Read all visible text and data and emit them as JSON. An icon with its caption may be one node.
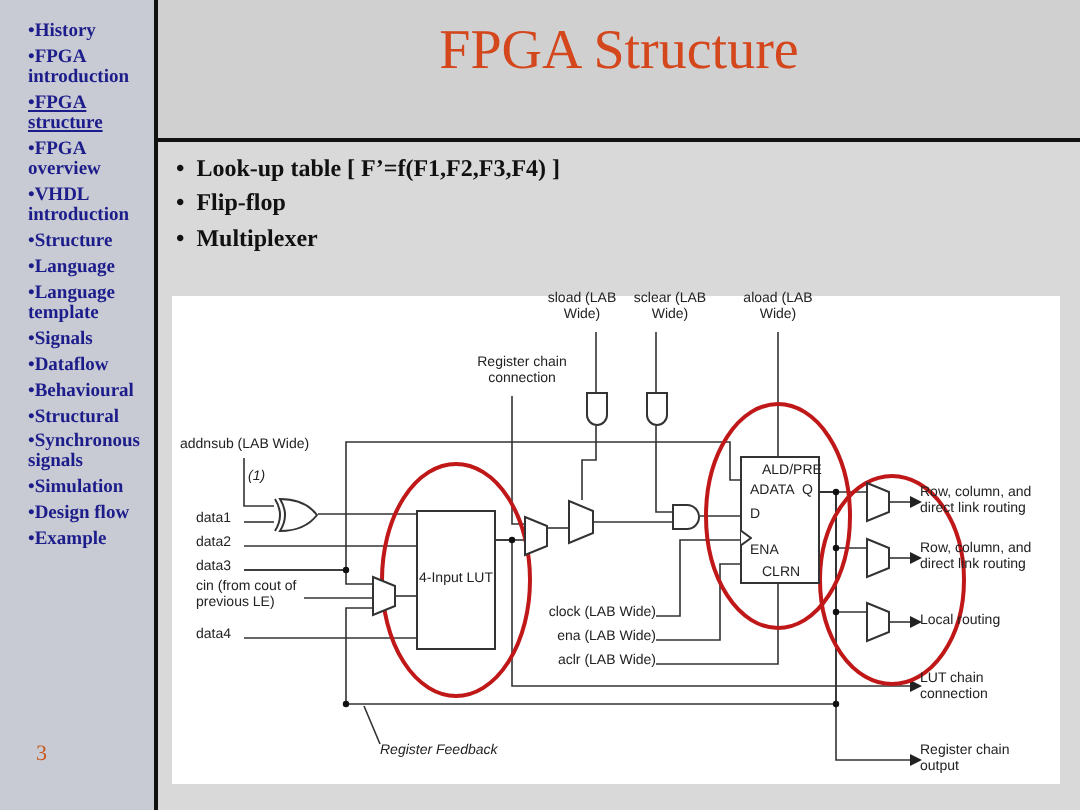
{
  "diagram": {
    "title": "FPGA Structure",
    "nodes": [
      {
        "text": [
          "sload (LAB Wide)"
        ]
      },
      {
        "text": [
          "sclear (LAB Wide)"
        ]
      },
      {
        "text": [
          "aload (LAB Wide)"
        ]
      },
      {
        "text": [
          "Register chain connection"
        ]
      },
      {
        "text": [
          "addnsub (LAB Wide)"
        ]
      },
      {
        "text": [
          "data1"
        ]
      },
      {
        "text": [
          "data2"
        ]
      },
      {
        "text": [
          "data3"
        ]
      },
      {
        "text": [
          "cin (from cout of previous LE)"
        ]
      },
      {
        "text": [
          "data4"
        ]
      },
      {
        "text": [],
        "shape": "gate"
      },
      {
        "text": [],
        "shape": "trapezoid"
      },
      {
        "text": [
          "4-Input LUT"
        ]
      },
      {
        "text": [],
        "shape": "trapezoid"
      },
      {
        "text": [],
        "shape": "trapezoid"
      },
      {
        "text": [],
        "shape": "gate"
      },
      {
        "text": [],
        "shape": "gate"
      },
      {
        "text": [],
        "shape": "gate"
      },
      {
        "text": [
          "clock (LAB Wide)"
        ]
      },
      {
        "text": [
          "ena (LAB Wide)"
        ]
      },
      {
        "text": [
          "aclr (LAB Wide)"
        ]
      },
      {
        "text": [
          "ALD/PRE",
          "ADATA",
          "Q",
          "D",
          "ENA",
          "CLRN"
        ]
      },
      {
        "text": [],
        "shape": "trapezoid"
      },
      {
        "text": [],
        "shape": "trapezoid"
      },
      {
        "text": [],
        "shape": "trapezoid"
      },
      {
        "text": [
          "Row, column, and direct link routing"
        ]
      },
      {
        "text": [
          "Row, column, and direct link routing"
        ]
      },
      {
        "text": [
          "Local routing"
        ]
      },
      {
        "text": [
          "LUT chain connection"
        ]
      },
      {
        "text": [
          "Register chain output"
        ]
      },
      {
        "text": [
          "Register Feedback"
        ]
      }
    ],
    "edges": [
      {
        "from": 4,
        "to": 10,
        "arrow": "none"
      },
      {
        "from": 5,
        "to": 10,
        "arrow": "none"
      },
      {
        "from": 10,
        "to": 12,
        "arrow": "none"
      },
      {
        "from": 6,
        "to": 12,
        "arrow": "none"
      },
      {
        "from": 7,
        "to": 11,
        "arrow": "none"
      },
      {
        "from": 8,
        "to": 11,
        "arrow": "none"
      },
      {
        "from": 11,
        "to": 12,
        "arrow": "none"
      },
      {
        "from": 9,
        "to": 12,
        "arrow": "none"
      },
      {
        "from": 12,
        "to": 13,
        "arrow": "none"
      },
      {
        "from": 3,
        "to": 13,
        "arrow": "none"
      },
      {
        "from": 13,
        "to": 14,
        "arrow": "none"
      },
      {
        "from": 0,
        "to": 15,
        "arrow": "none"
      },
      {
        "from": 1,
        "to": 16,
        "arrow": "none"
      },
      {
        "from": 15,
        "to": 14,
        "arrow": "none"
      },
      {
        "from": 14,
        "to": 17,
        "arrow": "none"
      },
      {
        "from": 16,
        "to": 17,
        "arrow": "none"
      },
      {
        "from": 17,
        "to": 21,
        "arrow": "none"
      },
      {
        "from": 2,
        "to": 21,
        "arrow": "none"
      },
      {
        "from": 18,
        "to": 21,
        "arrow": "none"
      },
      {
        "from": 19,
        "to": 21,
        "arrow": "none"
      },
      {
        "from": 20,
        "to": 21,
        "arrow": "none"
      },
      {
        "from": 21,
        "to": 22,
        "arrow": "none"
      },
      {
        "from": 21,
        "to": 23,
        "arrow": "none"
      },
      {
        "from": 21,
        "to": 24,
        "arrow": "none"
      },
      {
        "from": 22,
        "to": 25,
        "arrow": "to"
      },
      {
        "from": 23,
        "to": 26,
        "arrow": "to"
      },
      {
        "from": 24,
        "to": 27,
        "arrow": "to"
      },
      {
        "from": 12,
        "to": 28,
        "arrow": "to"
      },
      {
        "from": 21,
        "to": 29,
        "arrow": "to"
      },
      {
        "from": 21,
        "to": 11,
        "arrow": "none"
      },
      {
        "from": 30,
        "to": null,
        "arrow": "none"
      },
      {
        "from": 7,
        "to": 21,
        "arrow": "none"
      }
    ],
    "labels": [
      "•History",
      "•FPGA introduction",
      "•FPGA structure",
      "•FPGA overview",
      "•VHDL introduction",
      "•Structure",
      "•Language",
      "•Language template",
      "•Signals",
      "•Dataflow",
      "•Behavioural",
      "•Structural",
      "•Synchronous signals",
      "•Simulation",
      "•Design flow",
      "•Example",
      "•  Look-up table [ F’=f(F1,F2,F3,F4) ]",
      "•  Flip-flop",
      "•  Multiplexer",
      "(1)",
      "3"
    ]
  }
}
